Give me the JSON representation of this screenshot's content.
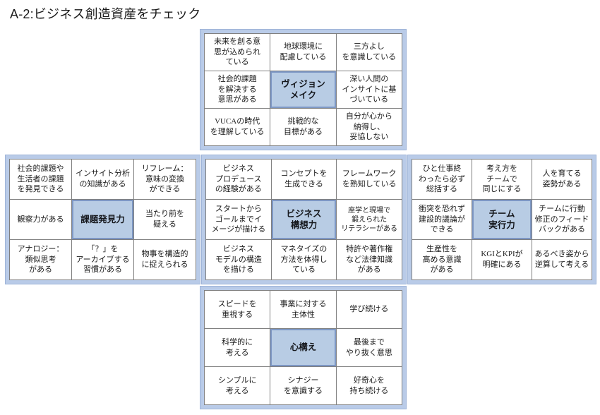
{
  "page": {
    "title": "A-2:ビジネス創造資産をチェック"
  },
  "theme": {
    "frame_color": "#b9cbe8",
    "frame_border": "#9eb4d8",
    "center_cell_fill": "#b8cce4",
    "center_cell_border": "#7d97c4",
    "grid_line": "#808080",
    "cell_fill": "#ffffff",
    "text_color": "#1a1a1a"
  },
  "blocks": [
    {
      "id": "vision",
      "center_label": "ヴィジョン\nメイク",
      "cells": [
        "未来を創る意\n思が込められ\nている",
        "地球環境に\n配慮している",
        "三方よし\nを意識している",
        "社会的課題\nを解決する\n意思がある",
        "CENTER",
        "深い人間の\nインサイトに基\nづいている",
        "VUCAの時代\nを理解している",
        "挑戦的な\n目標がある",
        "自分が心から\n納得し、\n妥協しない"
      ]
    },
    {
      "id": "issue",
      "center_label": "課題発見力",
      "cells": [
        "社会的課題や\n生活者の課題\nを発見できる",
        "インサイト分析\nの知識がある",
        "リフレーム：\n意味の変換\nができる",
        "観察力がある",
        "CENTER",
        "当たり前を\n疑える",
        "アナロジー：\n類似思考\nがある",
        "「？」を\nアーカイブする\n習慣がある",
        "物事を構造的\nに捉えられる"
      ]
    },
    {
      "id": "biz",
      "center_label": "ビジネス\n構想力",
      "cells": [
        "ビジネス\nプロデュース\nの経験がある",
        "コンセプトを\n生成できる",
        "フレームワーク\nを熟知している",
        "スタートから\nゴールまでイ\nメージが描ける",
        "CENTER",
        "座学と現場で\n鍛えられた\nリテラシーがある",
        "ビジネス\nモデルの構造\nを描ける",
        "マネタイズの\n方法を体得し\nている",
        "特許や著作権\nなど法律知識\nがある"
      ]
    },
    {
      "id": "team",
      "center_label": "チーム\n実行力",
      "cells": [
        "ひと仕事終\nわったら必ず\n総括する",
        "考え方を\nチームで\n同じにする",
        "人を育てる\n姿勢がある",
        "衝突を恐れず\n建設的議論が\nできる",
        "CENTER",
        "チームに行動\n修正のフィード\nバックがある",
        "生産性を\n高める意識\nがある",
        "KGIとKPIが\n明確にある",
        "あるべき姿から\n逆算して考える"
      ]
    },
    {
      "id": "mind",
      "center_label": "心構え",
      "cells": [
        "スピードを\n重視する",
        "事業に対する\n主体性",
        "学び続ける",
        "科学的に\n考える",
        "CENTER",
        "最後まで\nやり抜く意思",
        "シンプルに\n考える",
        "シナジー\nを意識する",
        "好奇心を\n持ち続ける"
      ]
    }
  ]
}
